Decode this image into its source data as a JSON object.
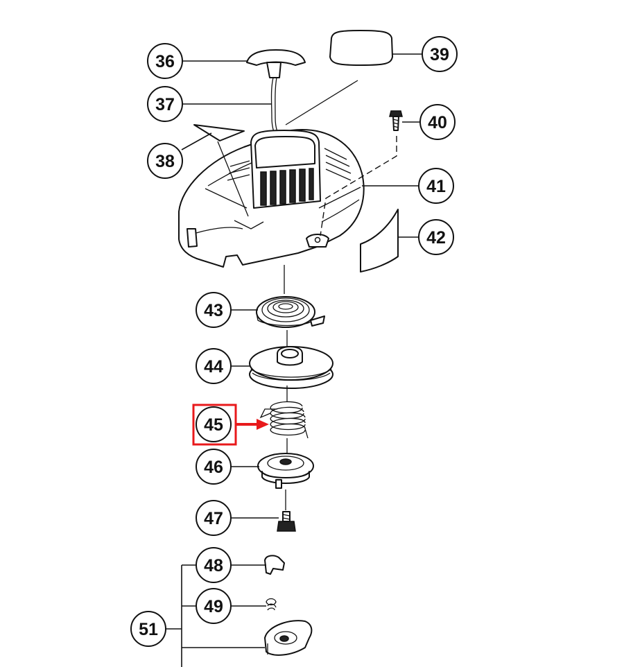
{
  "callouts": [
    {
      "id": "36",
      "label": "36"
    },
    {
      "id": "37",
      "label": "37"
    },
    {
      "id": "38",
      "label": "38"
    },
    {
      "id": "39",
      "label": "39"
    },
    {
      "id": "40",
      "label": "40"
    },
    {
      "id": "41",
      "label": "41"
    },
    {
      "id": "42",
      "label": "42"
    },
    {
      "id": "43",
      "label": "43"
    },
    {
      "id": "44",
      "label": "44"
    },
    {
      "id": "45",
      "label": "45"
    },
    {
      "id": "46",
      "label": "46"
    },
    {
      "id": "47",
      "label": "47"
    },
    {
      "id": "48",
      "label": "48"
    },
    {
      "id": "49",
      "label": "49"
    },
    {
      "id": "51",
      "label": "51"
    }
  ],
  "highlight": {
    "target": "45",
    "color": "#e8191b"
  }
}
